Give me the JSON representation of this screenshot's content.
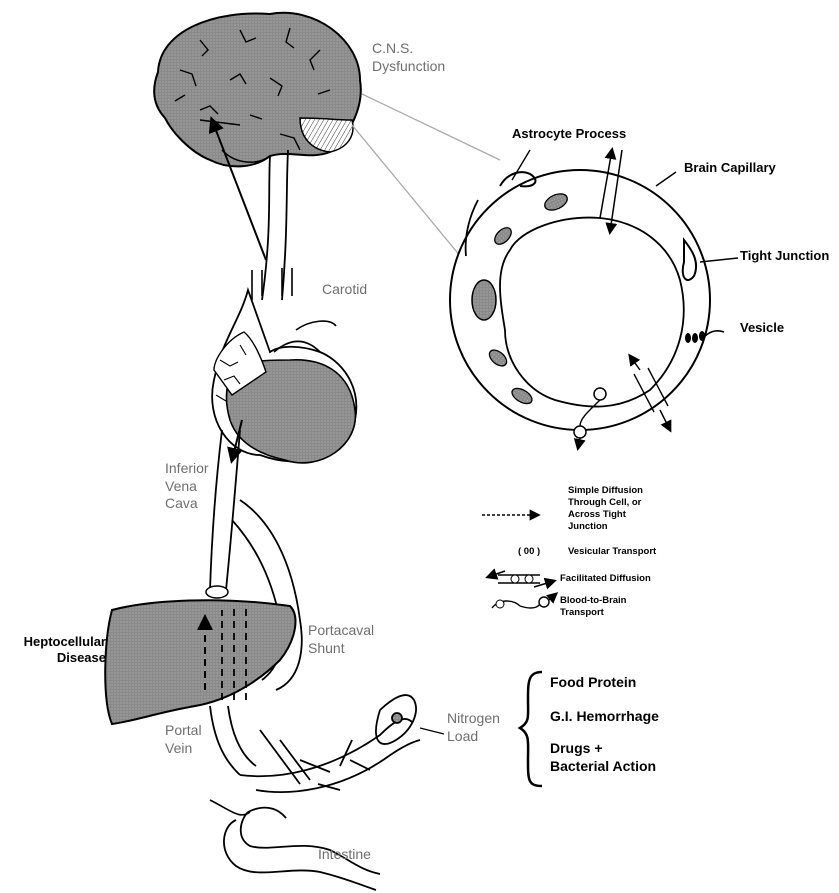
{
  "labels": {
    "cns_line1": "C.N.S.",
    "cns_line2": "Dysfunction",
    "carotid": "Carotid",
    "ivc_line1": "Inferior",
    "ivc_line2": "Vena",
    "ivc_line3": "Cava",
    "hepato_line1": "Heptocellular",
    "hepato_line2": "Disease",
    "shunt_line1": "Portacaval",
    "shunt_line2": "Shunt",
    "portal_line1": "Portal",
    "portal_line2": "Vein",
    "nitrogen_line1": "Nitrogen",
    "nitrogen_line2": "Load",
    "intestine": "Intestine",
    "astrocyte": "Astrocyte Process",
    "capillary": "Brain Capillary",
    "tight": "Tight Junction",
    "vesicle": "Vesicle"
  },
  "legend": {
    "simple_1": "Simple Diffusion",
    "simple_2": "Through Cell, or",
    "simple_3": "Across Tight",
    "simple_4": "Junction",
    "vesicular_symbol": "( 00 )",
    "vesicular": "Vesicular Transport",
    "facilitated": "Facilitated Diffusion",
    "btb_1": "Blood-to-Brain",
    "btb_2": "Transport"
  },
  "nitrogen_sources": {
    "items": [
      "Food Protein",
      "G.I. Hemorrhage",
      "Drugs +",
      "Bacterial Action"
    ]
  }
}
